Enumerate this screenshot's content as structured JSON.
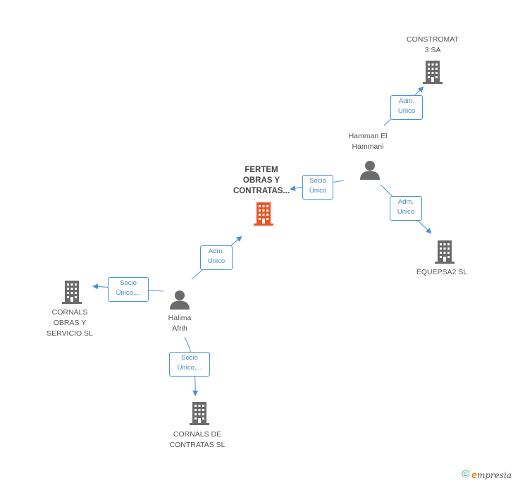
{
  "colors": {
    "edge": "#4a90d9",
    "company_icon": "#6b6b6b",
    "main_company_icon": "#e8572a",
    "person_icon": "#6b6b6b"
  },
  "nodes": {
    "fertem": {
      "label": "FERTEM\nOBRAS Y\nCONTRATAS...",
      "icon": "building-icon"
    },
    "constromat": {
      "label": "CONSTROMAT\n3 SA",
      "icon": "building-icon"
    },
    "hamman": {
      "label": "Hamman El\nHammani",
      "icon": "person-icon"
    },
    "equepsa": {
      "label": "EQUEPSA2 SL",
      "icon": "building-icon"
    },
    "halima": {
      "label": "Halima\nAfrih",
      "icon": "person-icon"
    },
    "cornals_obras": {
      "label": "CORNALS\nOBRAS Y\nSERVICIO SL",
      "icon": "building-icon"
    },
    "cornals_contratas": {
      "label": "CORNALS DE\nCONTRATAS SL",
      "icon": "building-icon"
    }
  },
  "edges": {
    "hamman_constromat": "Adm.\nUnico",
    "hamman_fertem": "Socio\nÚnico",
    "hamman_equepsa": "Adm.\nUnico",
    "halima_fertem": "Adm.\nUnico",
    "halima_cornals_obras": "Socio\nÚnico,...",
    "halima_cornals_contratas": "Socio\nÚnico,..."
  },
  "footer": {
    "copyright": "©",
    "brand_initial": "e",
    "brand_rest": "mpresia"
  }
}
